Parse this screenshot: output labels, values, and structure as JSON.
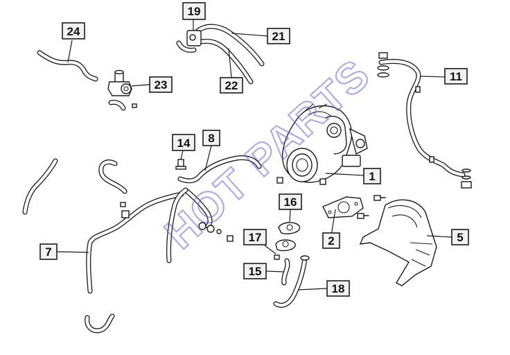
{
  "watermark": "HOT PARTS",
  "callouts": [
    {
      "id": "c1",
      "label": "1"
    },
    {
      "id": "c2",
      "label": "2"
    },
    {
      "id": "c5",
      "label": "5"
    },
    {
      "id": "c7",
      "label": "7"
    },
    {
      "id": "c8",
      "label": "8"
    },
    {
      "id": "c11",
      "label": "11"
    },
    {
      "id": "c14",
      "label": "14"
    },
    {
      "id": "c15",
      "label": "15"
    },
    {
      "id": "c16",
      "label": "16"
    },
    {
      "id": "c17",
      "label": "17"
    },
    {
      "id": "c18",
      "label": "18"
    },
    {
      "id": "c19",
      "label": "19"
    },
    {
      "id": "c21",
      "label": "21"
    },
    {
      "id": "c22",
      "label": "22"
    },
    {
      "id": "c23",
      "label": "23"
    },
    {
      "id": "c24",
      "label": "24"
    }
  ]
}
